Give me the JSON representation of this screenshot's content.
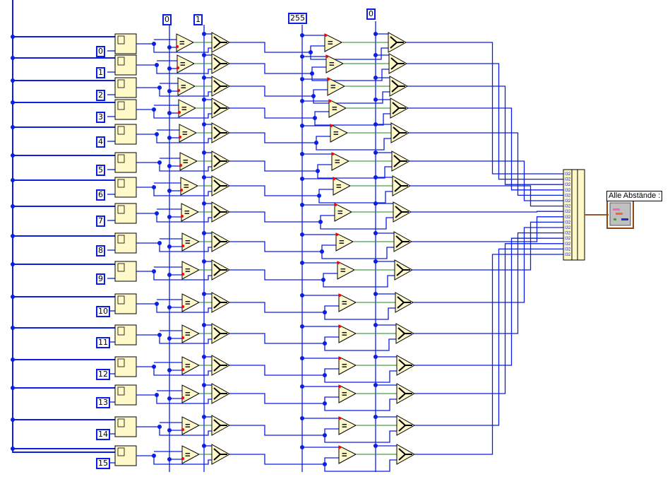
{
  "diagram": {
    "type": "labview-block-diagram",
    "row_indices": [
      "0",
      "1",
      "2",
      "3",
      "4",
      "5",
      "6",
      "7",
      "8",
      "9",
      "10",
      "11",
      "12",
      "13",
      "14",
      "15"
    ],
    "top_constants": {
      "c1": "0",
      "c2": "1",
      "c3": "255",
      "c4": "0"
    },
    "output_indicator_label": "Alle Abstände :",
    "build_array_type": "I32",
    "colors": {
      "wire": "#0a1ee6",
      "node_fill": "#fff8c8",
      "bool_wire": "#1a8a1a",
      "cluster_wire": "#a0522d",
      "terminal_red": "#ff0000"
    }
  }
}
